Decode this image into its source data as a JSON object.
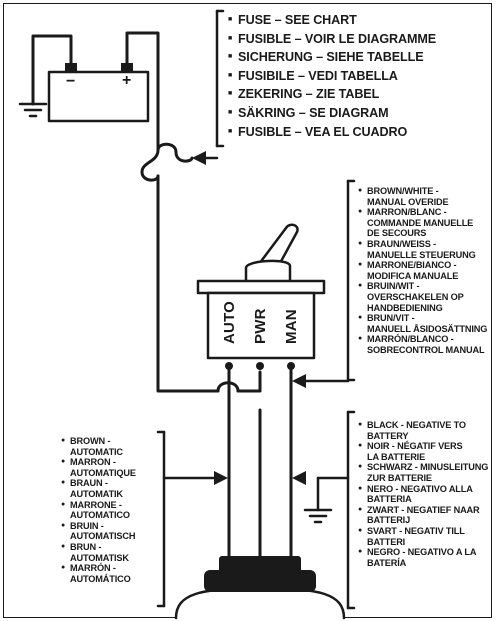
{
  "battery": {
    "negative_sign": "−",
    "positive_sign": "+"
  },
  "fuse_labels": [
    "FUSE – SEE CHART",
    "FUSIBLE – VOIR LE DIAGRAMME",
    "SICHERUNG – SIEHE TABELLE",
    "FUSIBILE – VEDI TABELLA",
    "ZEKERING – ZIE TABEL",
    "SÄKRING – SE DIAGRAM",
    "FUSIBLE – VEA EL CUADRO"
  ],
  "switch_terminals": [
    "AUTO",
    "PWR",
    "MAN"
  ],
  "brown_white_labels": [
    "BROWN/WHITE -\nMANUAL OVERIDE",
    "MARRON/BLANC -\nCOMMANDE MANUELLE\nDE SECOURS",
    "BRAUN/WEISS -\nMANUELLE STEUERUNG",
    "MARRONE/BIANCO -\nMODIFICA MANUALE",
    "BRUIN/WIT -\nOVERSCHAKELEN OP\nHANDBEDIENING",
    "BRUN/VIT -\nMANUELL ÅSIDOSÄTTNING",
    "MARRÓN/BLANCO -\nSOBRECONTROL MANUAL"
  ],
  "black_labels": [
    "BLACK - NEGATIVE TO\nBATTERY",
    "NOIR - NÉGATIF VERS\nLA BATTERIE",
    "SCHWARZ - MINUSLEITUNG\nZUR BATTERIE",
    "NERO - NEGATIVO ALLA\nBATTERIA",
    "ZWART - NEGATIEF NAAR\nBATTERIJ",
    "SVART - NEGATIV TILL\nBATTERI",
    "NEGRO - NEGATIVO A LA\nBATERÍA"
  ],
  "brown_labels": [
    "BROWN -\nAUTOMATIC",
    "MARRON -\nAUTOMATIQUE",
    "BRAUN -\nAUTOMATIK",
    "MARRONE -\nAUTOMATICO",
    "BRUIN -\nAUTOMATISCH",
    "BRUN -\nAUTOMATISK",
    "MARRÓN -\nAUTOMÁTICO"
  ]
}
